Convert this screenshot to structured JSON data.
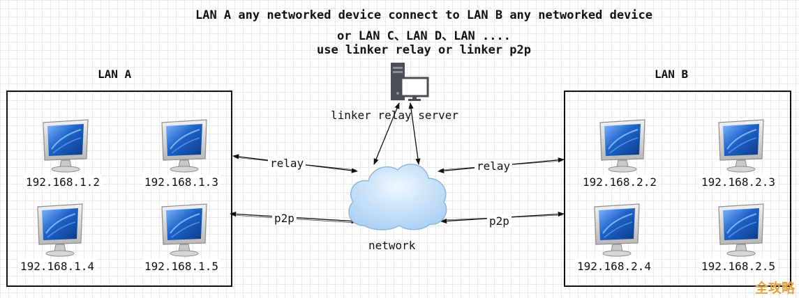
{
  "title": {
    "line1": "LAN A any networked device connect to LAN B any networked device",
    "line2": "or LAN C、LAN D、LAN ....",
    "line3": "use linker relay or linker p2p"
  },
  "lan_a": {
    "label": "LAN A",
    "devices": [
      "192.168.1.2",
      "192.168.1.3",
      "192.168.1.4",
      "192.168.1.5"
    ]
  },
  "lan_b": {
    "label": "LAN B",
    "devices": [
      "192.168.2.2",
      "192.168.2.3",
      "192.168.2.4",
      "192.168.2.5"
    ]
  },
  "server": {
    "label": "linker relay server",
    "icon": "server-computer-icon"
  },
  "cloud": {
    "label": "network",
    "icon": "cloud-icon"
  },
  "connections": {
    "left_relay": "relay",
    "left_p2p": "p2p",
    "right_relay": "relay",
    "right_p2p": "p2p"
  },
  "watermark": "全攻略",
  "colors": {
    "screen_blue": "#1e63c9",
    "cloud_blue": "#bcd9f5",
    "watermark": "#e3a33c"
  }
}
